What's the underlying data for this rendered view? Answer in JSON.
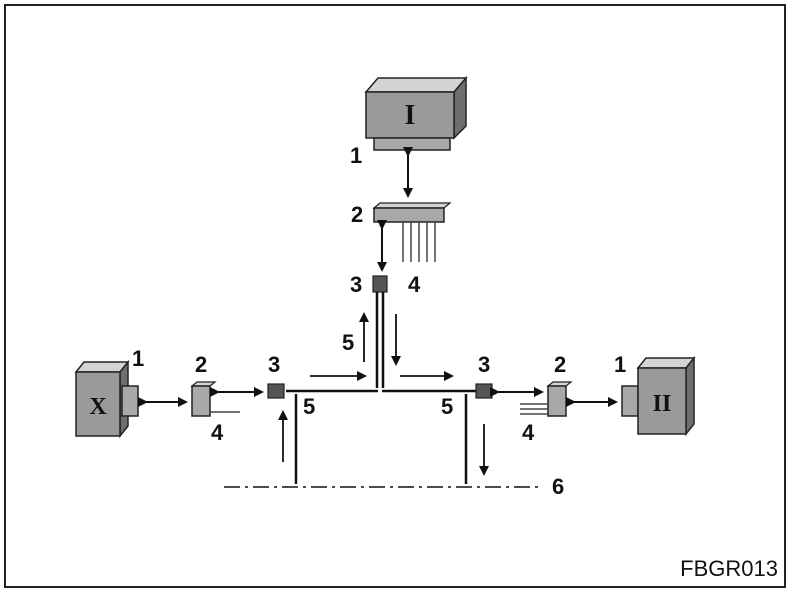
{
  "figure_code": "FBGR013",
  "modules": {
    "top": "I",
    "left": "X",
    "right": "II"
  },
  "callouts": {
    "n1": "1",
    "n2": "2",
    "n3": "3",
    "n4": "4",
    "n5": "5",
    "n6": "6"
  },
  "colors": {
    "module_front": "#9a9a9a",
    "module_top": "#d4d4d4",
    "module_side": "#6e6e6e",
    "connector": "#a8a8a8",
    "splice": "#555555",
    "wire": "#111111"
  }
}
